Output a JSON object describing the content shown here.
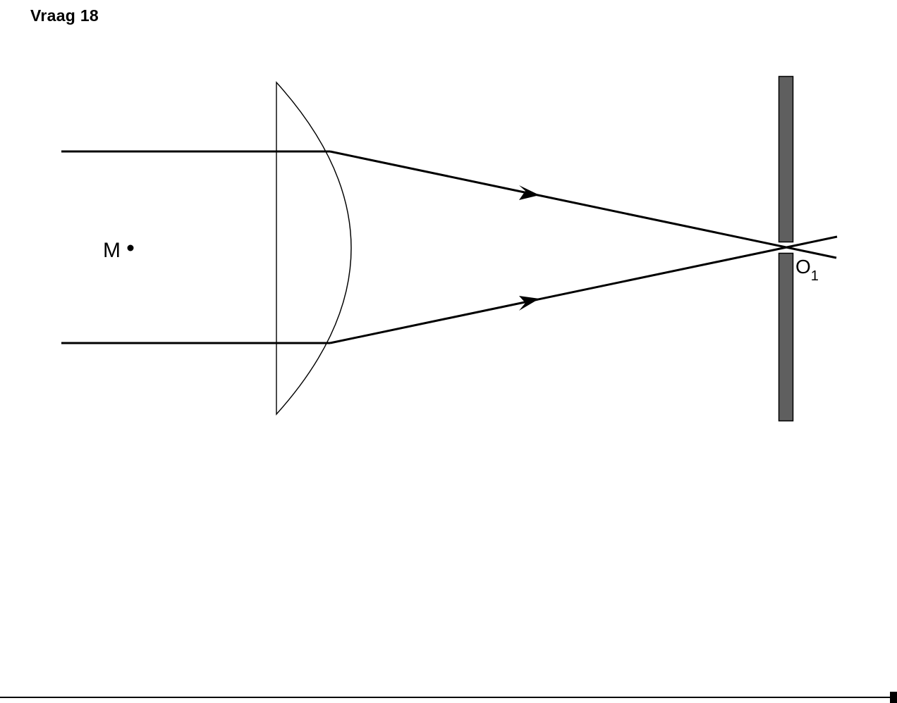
{
  "header": {
    "title": "Vraag 18"
  },
  "diagram": {
    "point_label": "M",
    "opening_label_main": "O",
    "opening_label_sub": "1"
  },
  "colors": {
    "ray": "#000000",
    "lens_outline": "#000000",
    "screen_fill": "#5f5f5f",
    "screen_stroke": "#000000",
    "background": "#ffffff"
  }
}
